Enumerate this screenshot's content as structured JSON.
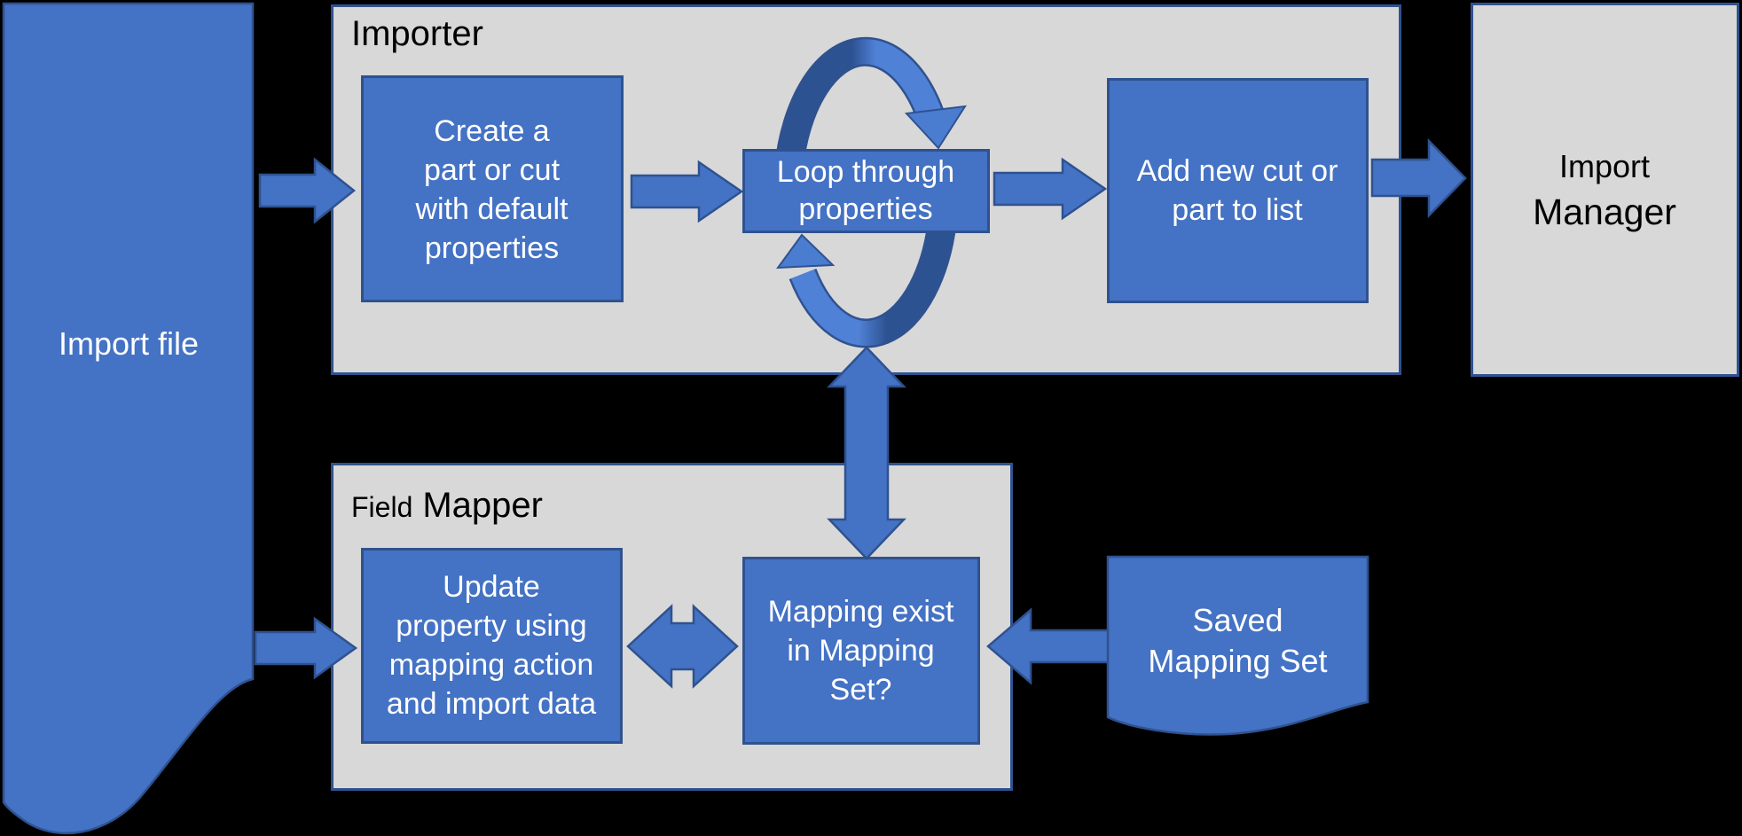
{
  "colors": {
    "background": "#000000",
    "node_fill": "#4472C4",
    "node_border": "#2F528F",
    "container_fill": "#D8D8D8",
    "container_border": "#2F528F",
    "arc_dark": "#2D5291",
    "arc_light": "#4F81D6",
    "arrowhead_fill": "#4A7CD0",
    "text_on_blue": "#FFFFFF",
    "text_on_gray": "#000000"
  },
  "import_file": {
    "label": "Import file"
  },
  "importer": {
    "title": "Importer",
    "create_box": {
      "line1": "Create a",
      "line2": "part or cut",
      "line3": "with default",
      "line4": "properties"
    },
    "loop_box": {
      "line1": "Loop through",
      "line2": "properties"
    },
    "add_box": {
      "line1": "Add new cut or",
      "line2": "part to list"
    }
  },
  "import_manager": {
    "line1": "Import",
    "line2": "Manager"
  },
  "field_mapper": {
    "title_part1": "Field",
    "title_part2": "Mapper",
    "update_box": {
      "line1": "Update",
      "line2": "property using",
      "line3": "mapping action",
      "line4": "and import data"
    },
    "mapping_box": {
      "line1": "Mapping exist",
      "line2": "in Mapping",
      "line3": "Set?"
    }
  },
  "saved_mapping_set": {
    "line1": "Saved",
    "line2": "Mapping Set"
  }
}
